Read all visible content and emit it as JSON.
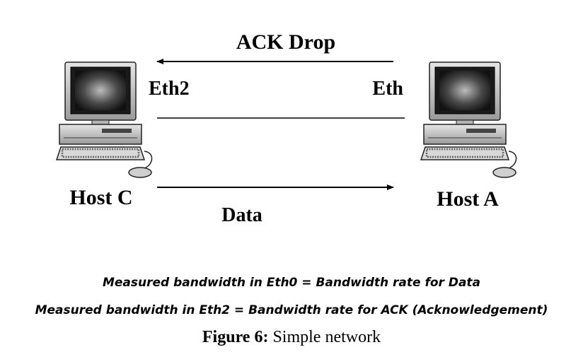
{
  "arrows": {
    "top_label": "ACK Drop",
    "bottom_label": "Data"
  },
  "interfaces": {
    "left": "Eth2",
    "right": "Eth"
  },
  "hosts": {
    "left": "Host C",
    "right": "Host A"
  },
  "notes": [
    "Measured bandwidth in Eth0 = Bandwidth rate for Data",
    "Measured bandwidth in Eth2 = Bandwidth rate for ACK (Acknowledgement)"
  ],
  "caption": {
    "prefix": "Figure 6:",
    "text": "Simple network"
  }
}
